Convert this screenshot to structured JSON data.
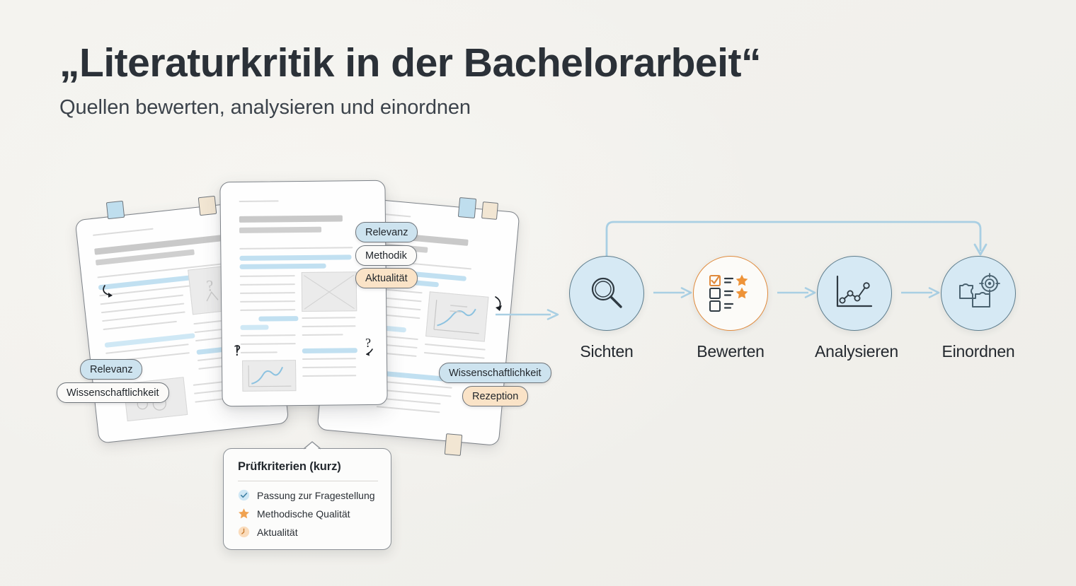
{
  "header": {
    "title": "„Literaturkritik in der Bachelorarbeit“",
    "subtitle": "Quellen bewerten, analysieren und einordnen"
  },
  "colors": {
    "background": "#f3f2ee",
    "title": "#2b3138",
    "accent_blue": "#a9cfe3",
    "accent_orange": "#e08a3c",
    "tag_blue": "#cde3ef",
    "tag_orange": "#fae3c7",
    "tag_white": "#fbfaf8",
    "highlight_blue": "#bcddf0",
    "circle_blue_fill": "#d6e9f4",
    "circle_stroke": "#5d7c8c"
  },
  "documents": {
    "left": {
      "name": "left-source-document",
      "tags": [
        {
          "label": "Relevanz",
          "style": "blue"
        },
        {
          "label": "Wissenschaftlichkeit",
          "style": "white"
        }
      ]
    },
    "center": {
      "name": "center-source-document",
      "tags": [
        {
          "label": "Relevanz",
          "style": "blue"
        },
        {
          "label": "Methodik",
          "style": "white"
        },
        {
          "label": "Aktualität",
          "style": "orange"
        }
      ]
    },
    "right": {
      "name": "right-source-document",
      "tags": [
        {
          "label": "Wissenschaftlichkeit",
          "style": "blue"
        },
        {
          "label": "Rezeption",
          "style": "orange"
        }
      ]
    }
  },
  "criteria_card": {
    "title": "Prüfkriterien (kurz)",
    "items": [
      {
        "icon": "check-circle-icon",
        "label": "Passung zur Fragestellung"
      },
      {
        "icon": "star-icon",
        "label": "Methodische Qualität"
      },
      {
        "icon": "clock-icon",
        "label": "Aktualität"
      }
    ]
  },
  "flow": {
    "steps": [
      {
        "label": "Sichten",
        "icon": "magnifier-icon",
        "style": "blue"
      },
      {
        "label": "Bewerten",
        "icon": "checklist-stars-icon",
        "style": "outline"
      },
      {
        "label": "Analysieren",
        "icon": "line-chart-icon",
        "style": "blue"
      },
      {
        "label": "Einordnen",
        "icon": "puzzle-target-icon",
        "style": "blue"
      }
    ],
    "loop_from": "Sichten",
    "loop_to": "Einordnen"
  }
}
